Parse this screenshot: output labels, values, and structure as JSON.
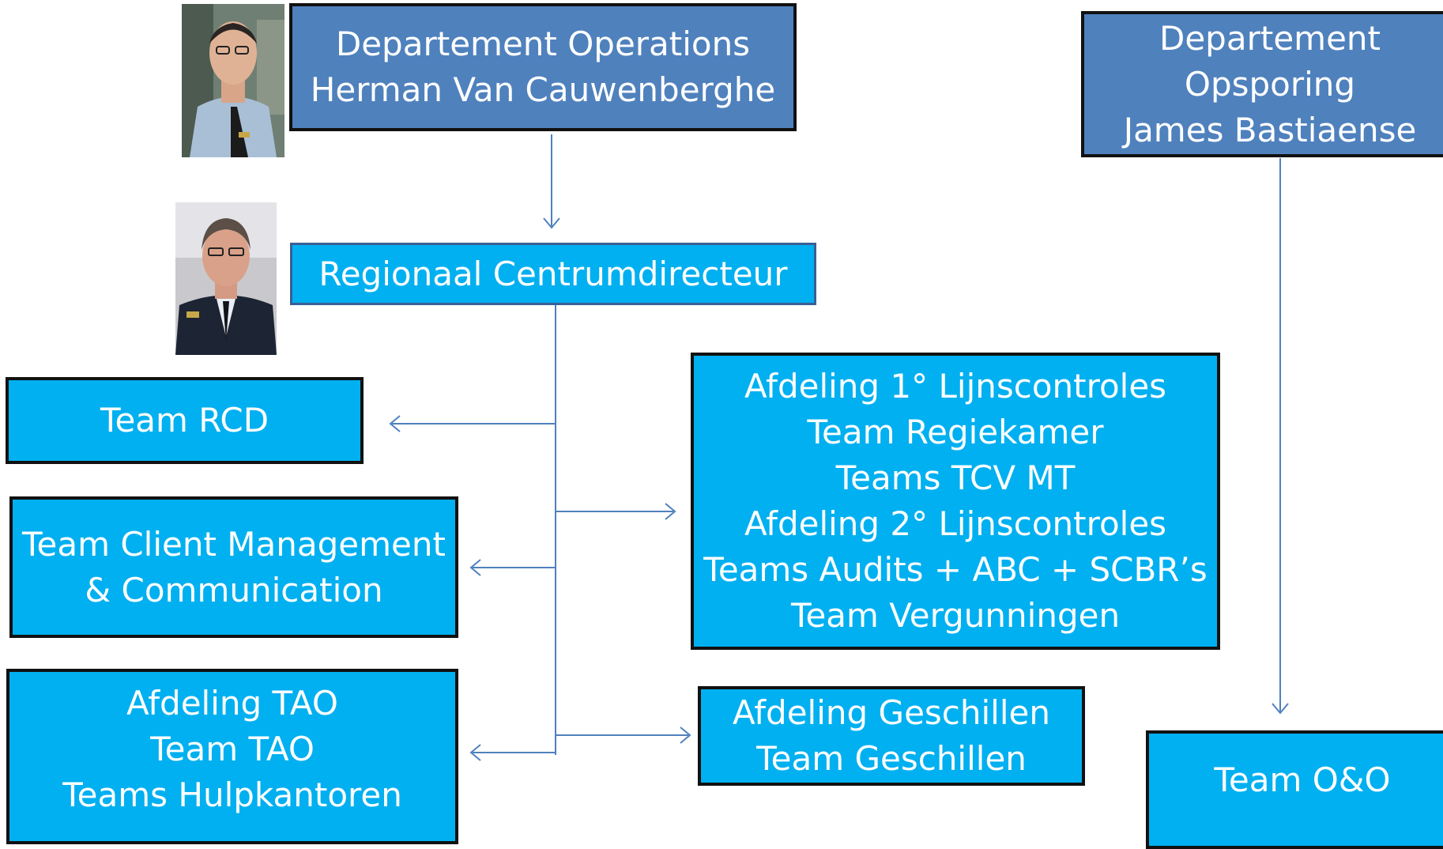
{
  "nodes": {
    "dept_operations": [
      "Departement Operations",
      "Herman Van Cauwenberghe"
    ],
    "dept_opsporing": [
      "Departement",
      "Opsporing",
      "James Bastiaense"
    ],
    "regional_director": [
      "Regionaal Centrumdirecteur"
    ],
    "team_rcd": [
      "Team RCD"
    ],
    "team_client": [
      "Team Client Management",
      "& Communication"
    ],
    "team_tao": [
      "Afdeling TAO",
      "Team TAO",
      "Teams Hulpkantoren"
    ],
    "afdeling_lijn": [
      "Afdeling 1° Lijnscontroles",
      "Team Regiekamer",
      "Teams TCV MT",
      "Afdeling 2° Lijnscontroles",
      "Teams Audits + ABC + SCBR’s",
      "Team Vergunningen"
    ],
    "afdeling_geschillen": [
      "Afdeling Geschillen",
      "Team Geschillen"
    ],
    "team_oo": [
      "Team O&O"
    ]
  },
  "colors": {
    "dark_box": "#4f81bd",
    "light_box": "#00b0f0",
    "connector": "#4f81bd"
  }
}
